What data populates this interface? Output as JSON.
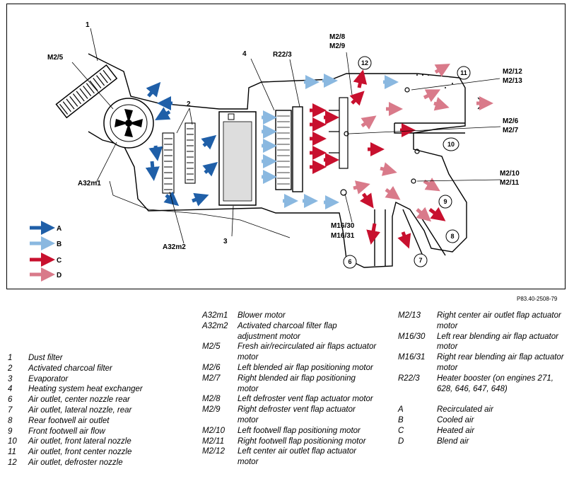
{
  "figure_ref": "P83.40-2508-79",
  "callouts": {
    "n1": "1",
    "n2": "2",
    "n3": "3",
    "n4": "4",
    "n6": "6",
    "n7": "7",
    "n8": "8",
    "n9": "9",
    "n10": "10",
    "n11": "11",
    "n12": "12",
    "m2_5": "M2/5",
    "a32m1": "A32m1",
    "a32m2": "A32m2",
    "r22_3": "R22/3",
    "m2_8": "M2/8",
    "m2_9": "M2/9",
    "m2_12": "M2/12",
    "m2_13": "M2/13",
    "m2_6": "M2/6",
    "m2_7": "M2/7",
    "m2_10": "M2/10",
    "m2_11": "M2/11",
    "m16_30": "M16/30",
    "m16_31": "M16/31"
  },
  "arrow_key": [
    {
      "letter": "A",
      "color": "#1f5fa8"
    },
    {
      "letter": "B",
      "color": "#8ab8e0"
    },
    {
      "letter": "C",
      "color": "#c8102e"
    },
    {
      "letter": "D",
      "color": "#d97a8a"
    }
  ],
  "legend_col1": [
    {
      "k": "1",
      "v": "Dust filter"
    },
    {
      "k": "2",
      "v": "Activated charcoal filter"
    },
    {
      "k": "3",
      "v": "Evaporator"
    },
    {
      "k": "4",
      "v": "Heating system heat exchanger"
    },
    {
      "k": "6",
      "v": "Air outlet, center nozzle rear"
    },
    {
      "k": "7",
      "v": "Air outlet, lateral nozzle, rear"
    },
    {
      "k": "8",
      "v": "Rear footwell air outlet"
    },
    {
      "k": "9",
      "v": "Front footwell air flow"
    },
    {
      "k": "10",
      "v": "Air outlet, front lateral nozzle"
    },
    {
      "k": "11",
      "v": "Air outlet, front center nozzle"
    },
    {
      "k": "12",
      "v": "Air outlet, defroster nozzle"
    }
  ],
  "legend_col2": [
    {
      "k": "A32m1",
      "v": "Blower motor"
    },
    {
      "k": "A32m2",
      "v": "Activated charcoal filter flap adjustment motor"
    },
    {
      "k": "M2/5",
      "v": "Fresh air/recirculated air flaps actuator motor"
    },
    {
      "k": "M2/6",
      "v": "Left blended air flap positioning motor"
    },
    {
      "k": "M2/7",
      "v": "Right blended air flap positioning motor"
    },
    {
      "k": "M2/8",
      "v": "Left defroster vent flap actuator motor"
    },
    {
      "k": "M2/9",
      "v": "Right defroster vent flap actuator motor"
    },
    {
      "k": "M2/10",
      "v": "Left footwell flap positioning motor"
    },
    {
      "k": "M2/11",
      "v": "Right footwell flap positioning motor"
    },
    {
      "k": "M2/12",
      "v": "Left center air outlet flap actuator motor"
    }
  ],
  "legend_col3": [
    {
      "k": "M2/13",
      "v": "Right center air outlet flap actuator motor"
    },
    {
      "k": "M16/30",
      "v": "Left rear blending air flap actuator motor"
    },
    {
      "k": "M16/31",
      "v": "Right rear blending air flap actuator motor"
    },
    {
      "k": "R22/3",
      "v": "Heater booster (on engines 271, 628, 646, 647, 648)"
    }
  ],
  "legend_col3_key": [
    {
      "k": "A",
      "v": "Recirculated air"
    },
    {
      "k": "B",
      "v": " Cooled air"
    },
    {
      "k": "C",
      "v": " Heated air"
    },
    {
      "k": "D",
      "v": "Blend air"
    }
  ]
}
